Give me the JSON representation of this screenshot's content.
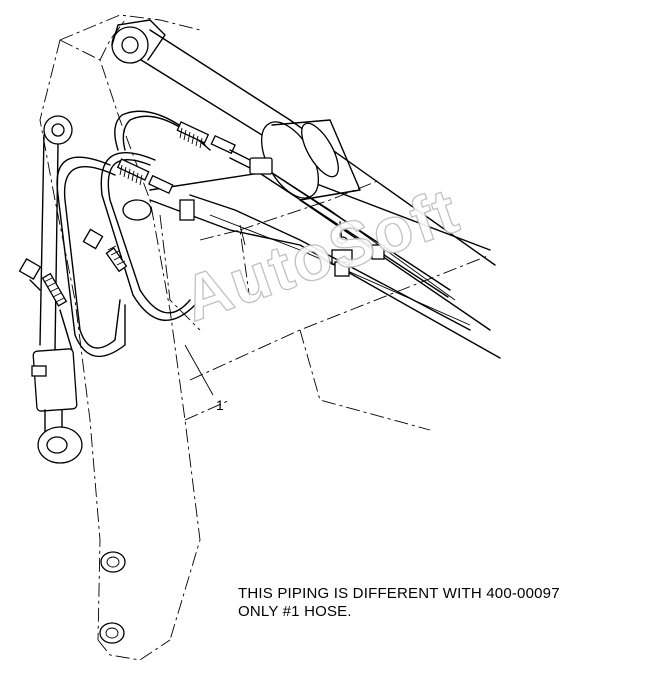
{
  "callouts": [
    {
      "label": "1"
    }
  ],
  "note": {
    "line1": "THIS PIPING IS DIFFERENT WITH 400-00097",
    "line2": "ONLY #1 HOSE."
  },
  "watermark": {
    "text": "AutoSoft"
  },
  "colors": {
    "line": "#000000",
    "background": "#ffffff",
    "watermark_outline": "#bbbbbb"
  }
}
